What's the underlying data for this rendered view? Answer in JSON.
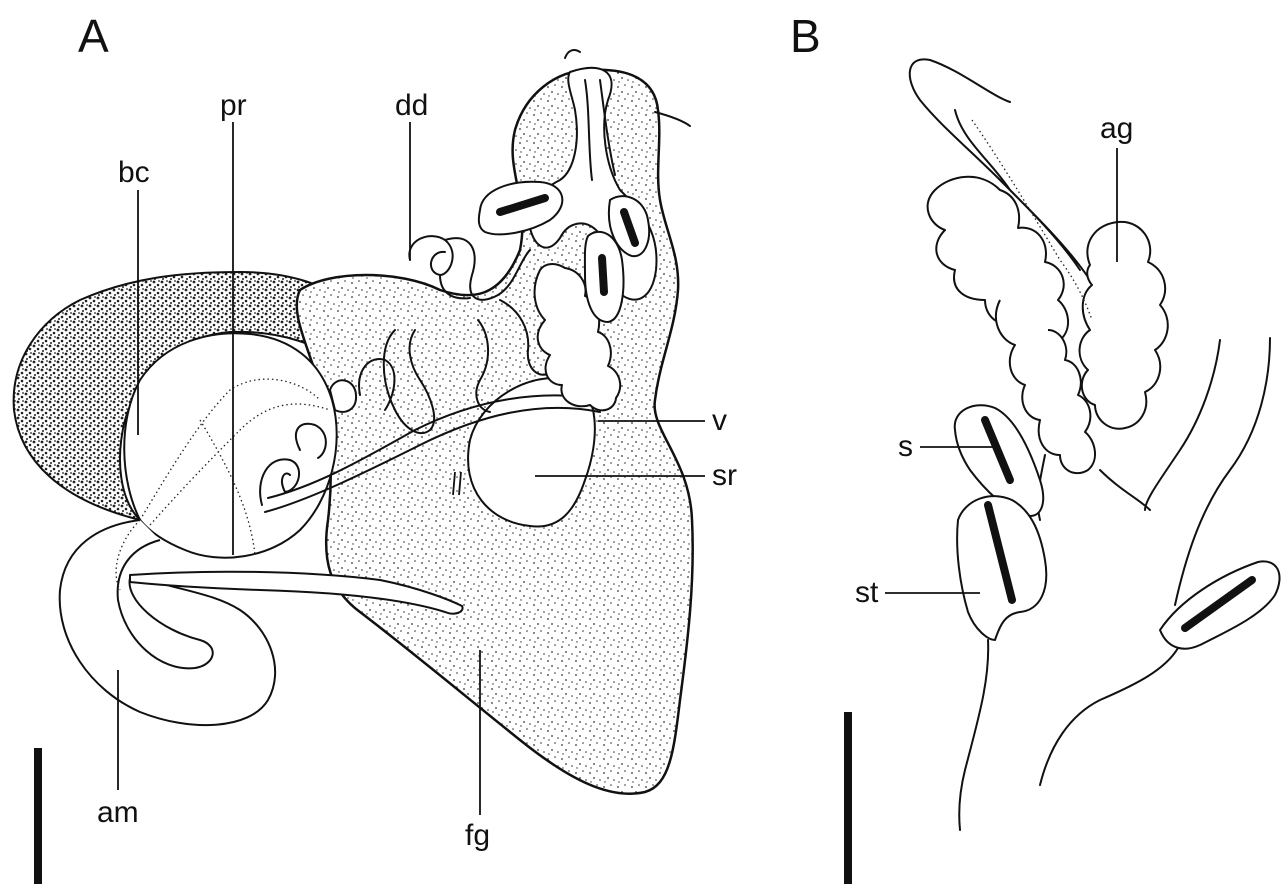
{
  "panels": {
    "a": {
      "letter": "A",
      "labels": {
        "pr": "pr",
        "dd": "dd",
        "bc": "bc",
        "v": "v",
        "sr": "sr",
        "am": "am",
        "fg": "fg"
      }
    },
    "b": {
      "letter": "B",
      "labels": {
        "ag": "ag",
        "s": "s",
        "st": "st"
      }
    }
  }
}
